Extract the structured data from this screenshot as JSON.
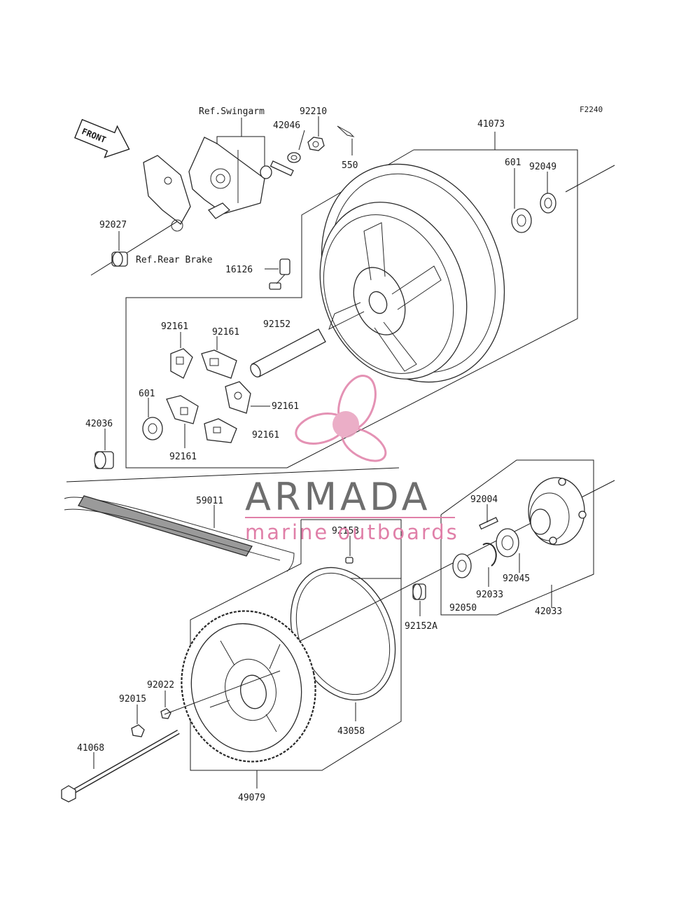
{
  "figure_code": "F2240",
  "front_arrow_label": "FRONT",
  "refs": {
    "swingarm": "Ref.Swingarm",
    "rear_brake": "Ref.Rear Brake"
  },
  "parts": {
    "p92210": "92210",
    "p42046": "42046",
    "p550": "550",
    "p41073": "41073",
    "p92049": "92049",
    "p601_top": "601",
    "p92027": "92027",
    "p16126": "16126",
    "p92161_a": "92161",
    "p92161_b": "92161",
    "p92152": "92152",
    "p601_left": "601",
    "p92161_c": "92161",
    "p92161_d": "92161",
    "p92161_e": "92161",
    "p42036": "42036",
    "p59011": "59011",
    "p92004": "92004",
    "p92153": "92153",
    "p92045": "92045",
    "p92033": "92033",
    "p92050": "92050",
    "p42033": "42033",
    "p92152A": "92152A",
    "p92022": "92022",
    "p92015": "92015",
    "p43058": "43058",
    "p41068": "41068",
    "p49079": "49079"
  },
  "watermark": {
    "brand": "ARMADA",
    "tagline": "marine outboards",
    "accent_color": "#e07fa8",
    "text_color": "#6e6e6e"
  }
}
